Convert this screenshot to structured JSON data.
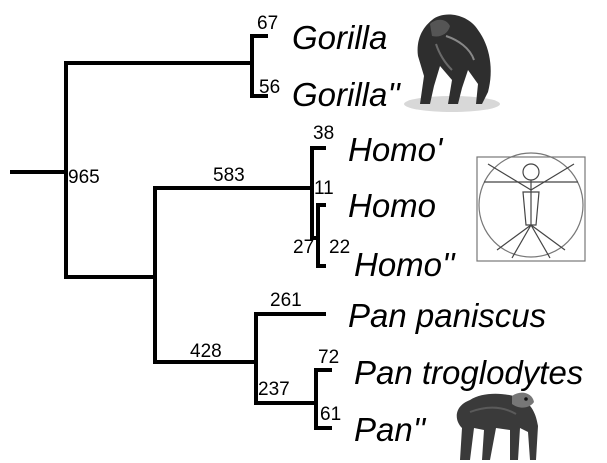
{
  "tree": {
    "nodes": {
      "root": "965",
      "gorilla": {
        "label": "",
        "top": "67",
        "bottom": "56"
      },
      "homo_pan": "",
      "homo_group": "583",
      "homo_inner": "11",
      "homo_a": "38",
      "homo_b_left": "27",
      "homo_b_right": "22",
      "pan_group": "428",
      "pan_paniscus": "261",
      "pan_trog_node": "237",
      "pan_trog": "72",
      "pan_dbl": "61"
    },
    "taxa": {
      "gorilla_1": "Gorilla",
      "gorilla_2": "Gorilla''",
      "homo_1": "Homo'",
      "homo_2": "Homo",
      "homo_3": "Homo''",
      "pan_1": "Pan paniscus",
      "pan_2": "Pan troglodytes",
      "pan_3": "Pan''"
    }
  },
  "illustrations": {
    "gorilla": "gorilla-icon",
    "vitruvian": "vitruvian-man-icon",
    "chimp": "chimpanzee-icon"
  }
}
